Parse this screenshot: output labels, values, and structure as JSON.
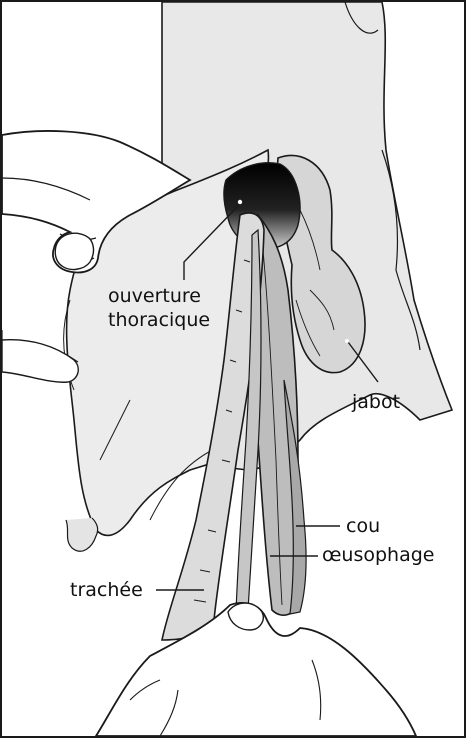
{
  "labels": {
    "ouverture": "ouverture",
    "thoracique": "thoracique",
    "jabot": "jabot",
    "cou": "cou",
    "oesophage": "œusophage",
    "trachee": "trachée"
  },
  "colors": {
    "outline": "#1a1a1a",
    "skin": "#ffffff",
    "tissue_light": "#e8e8e8",
    "tissue_mid": "#cfcfcf",
    "tissue_dark": "#b4b4b4",
    "opening": "#000000"
  }
}
